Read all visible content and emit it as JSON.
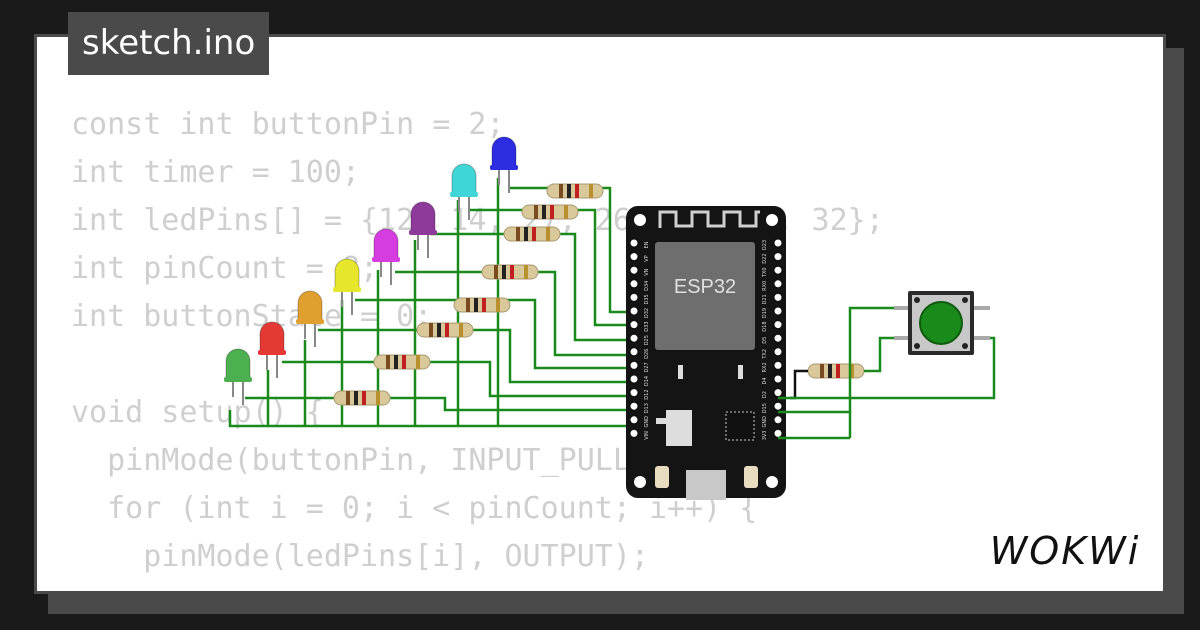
{
  "file": {
    "name": "sketch.ino"
  },
  "code": {
    "lines": [
      "const int buttonPin = 2;",
      "int timer = 100;",
      "int ledPins[] = {12, 14, 27, 26, 25, 33, 32};",
      "int pinCount = 8;",
      "int buttonState = 0;",
      "",
      "void setup() {",
      "  pinMode(buttonPin, INPUT_PULLUP);",
      "  for (int i = 0; i < pinCount; i++) {",
      "    pinMode(ledPins[i], OUTPUT);",
      "  }"
    ]
  },
  "board": {
    "chip_label": "ESP32",
    "left_pins": [
      "D23",
      "D22",
      "TX0",
      "RX0",
      "D21",
      "D19",
      "D18",
      "D5",
      "TX2",
      "RX2",
      "D4",
      "D2",
      "D15",
      "GND",
      "3V3"
    ],
    "right_pins": [
      "EN",
      "VP",
      "VN",
      "D34",
      "D35",
      "D32",
      "D33",
      "D25",
      "D26",
      "D27",
      "D14",
      "D12",
      "D13",
      "GND",
      "VIN"
    ]
  },
  "leds": [
    {
      "color": "#4caf50"
    },
    {
      "color": "#e53935"
    },
    {
      "color": "#e0a030"
    },
    {
      "color": "#e6e62a"
    },
    {
      "color": "#d63de0"
    },
    {
      "color": "#8e3a9a"
    },
    {
      "color": "#3ed6d6"
    },
    {
      "color": "#2c2ce0"
    }
  ],
  "button": {
    "color": "#1a8a1a"
  },
  "logo": {
    "text": "WOKWi"
  },
  "colors": {
    "wire": "#1a8a1a",
    "card_border": "#4a4a4a",
    "code_text": "#cfcfcf"
  }
}
